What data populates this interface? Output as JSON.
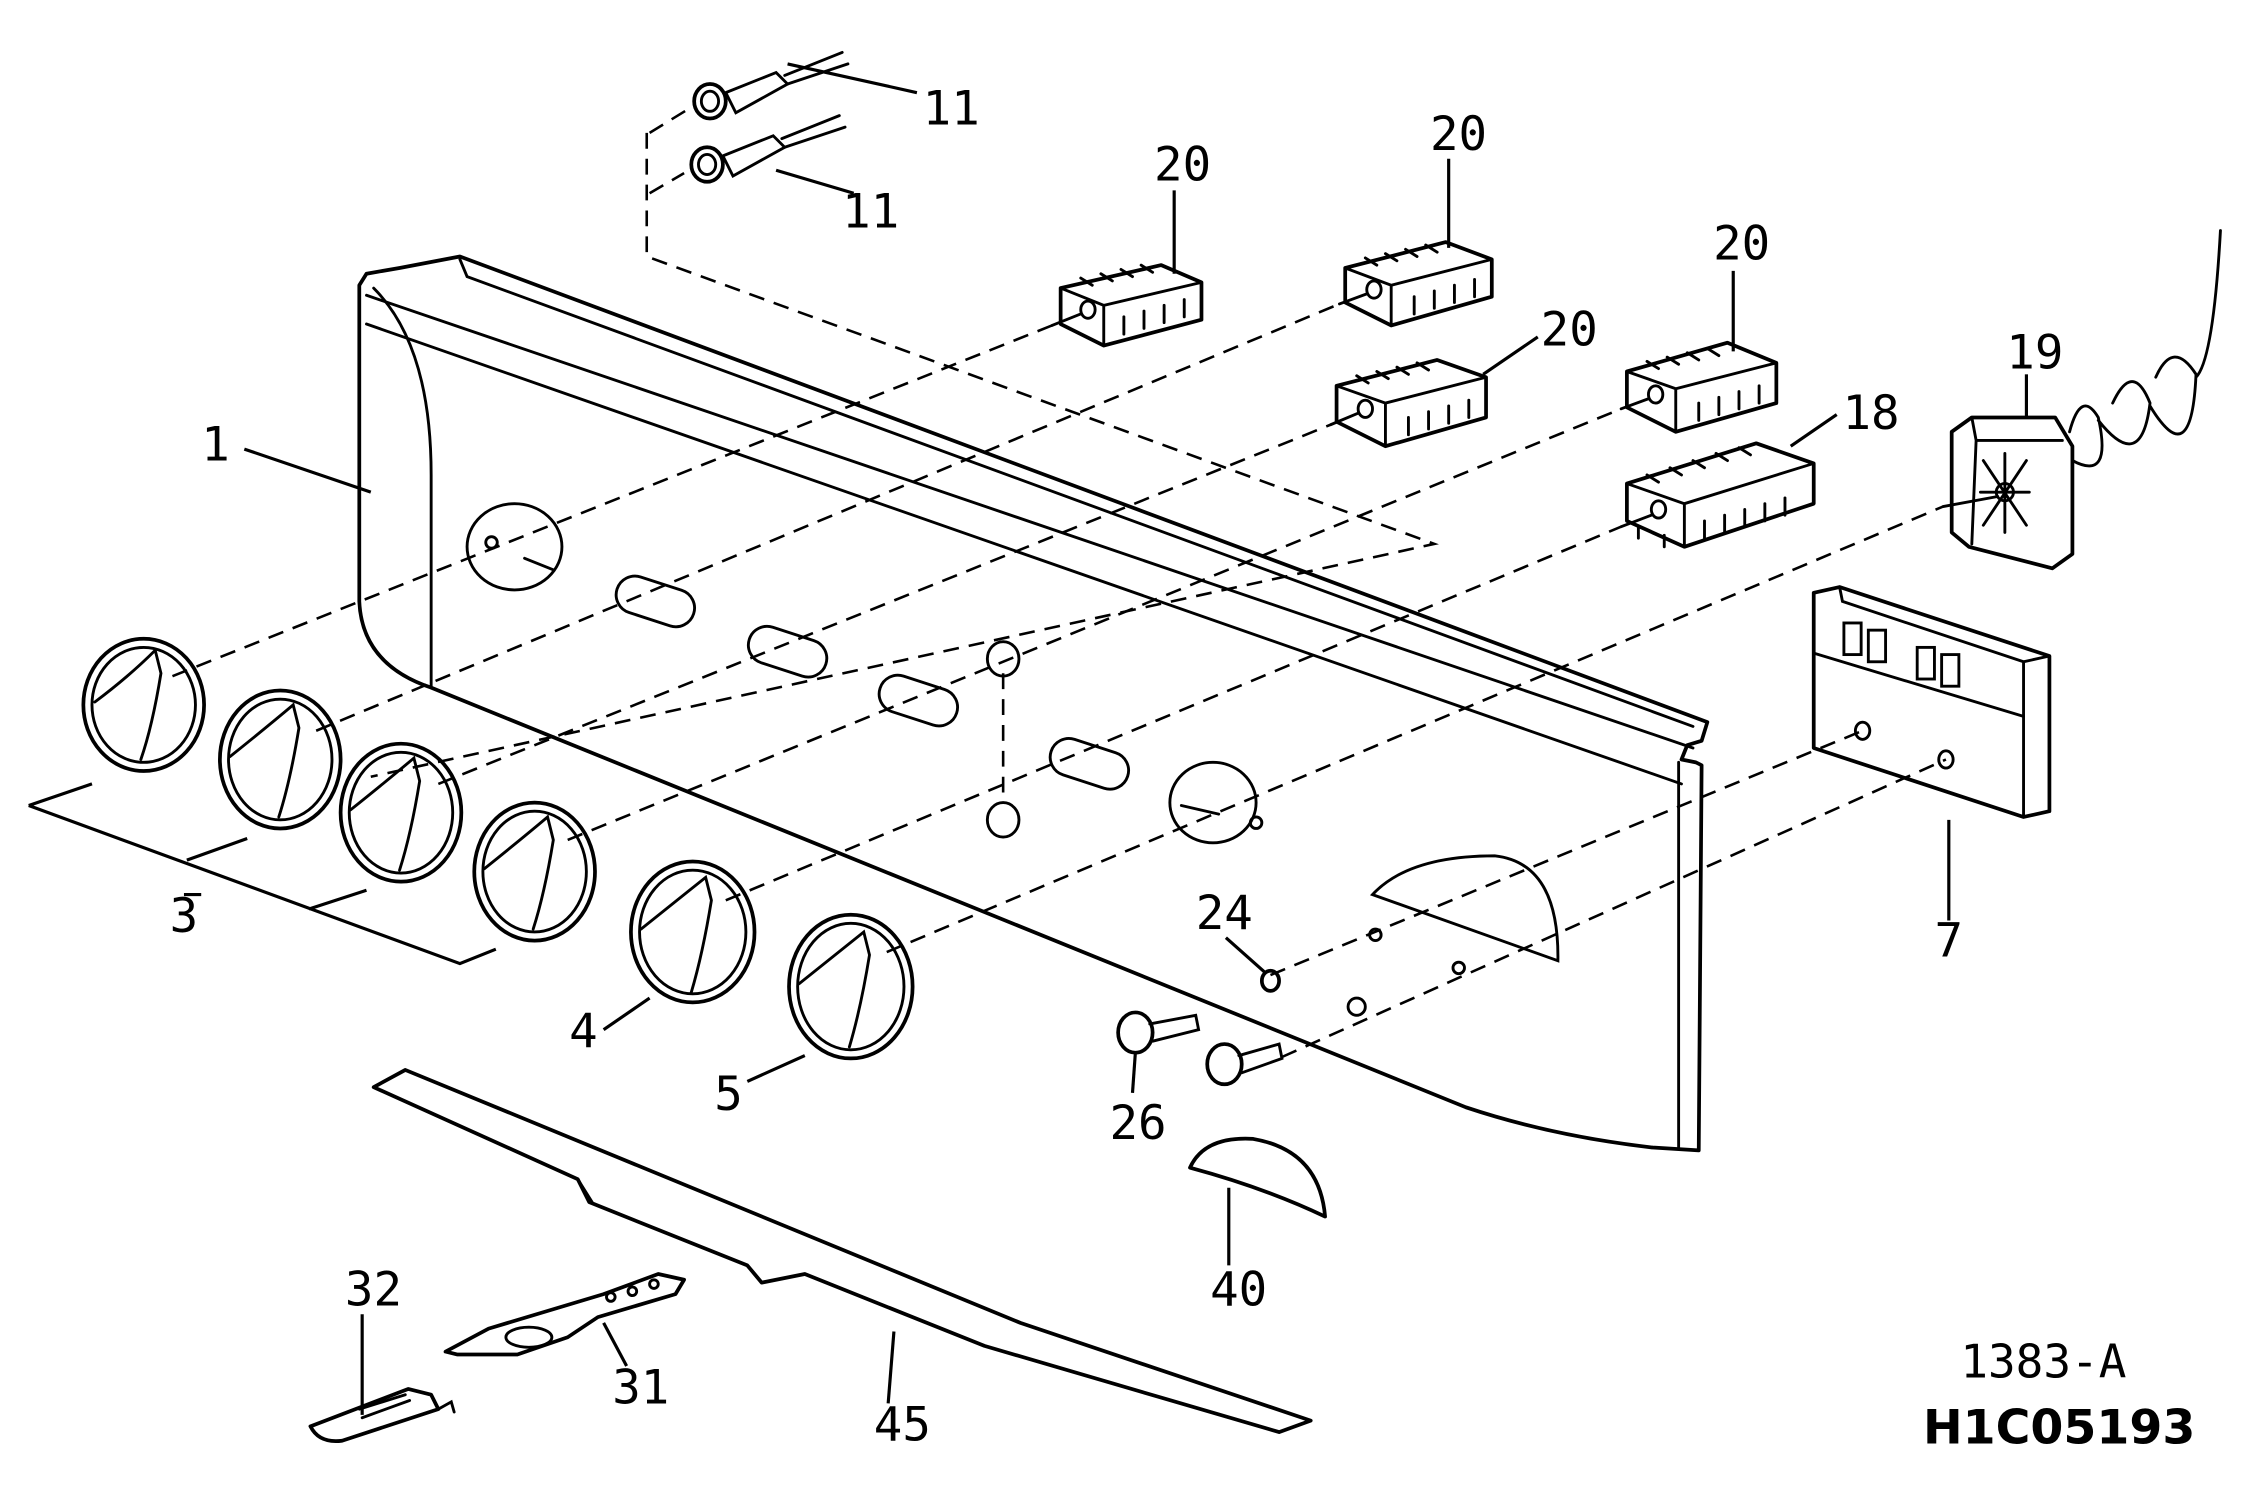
{
  "callouts": {
    "c1": "1",
    "c3": "3",
    "c4": "4",
    "c5": "5",
    "c7": "7",
    "c11a": "11",
    "c11b": "11",
    "c18": "18",
    "c19": "19",
    "c20a": "20",
    "c20b": "20",
    "c20c": "20",
    "c20d": "20",
    "c24": "24",
    "c26": "26",
    "c31": "31",
    "c32": "32",
    "c40": "40",
    "c45": "45"
  },
  "drawing": {
    "figure_code": "1383-A",
    "part_code": "H1C05193"
  }
}
